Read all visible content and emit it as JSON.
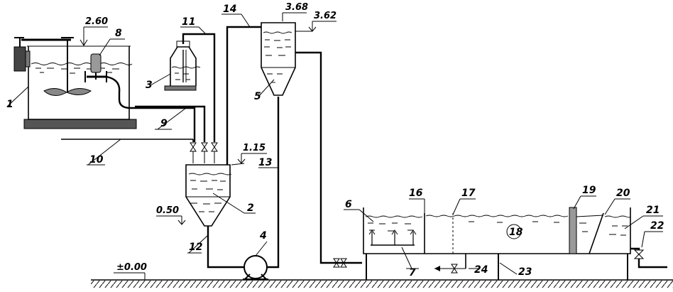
{
  "labels": {
    "n1": "1",
    "n2": "2",
    "n3": "3",
    "n4": "4",
    "n5": "5",
    "n6": "6",
    "n7": "7",
    "n8": "8",
    "n9": "9",
    "n10": "10",
    "n11": "11",
    "n12": "12",
    "n13": "13",
    "n14": "14",
    "n16": "16",
    "n17": "17",
    "n18": "18",
    "n19": "19",
    "n20": "20",
    "n21": "21",
    "n22": "22",
    "n23": "23",
    "n24": "24"
  },
  "levels": {
    "l260": "2.60",
    "l368": "3.68",
    "l362": "3.62",
    "l115": "1.15",
    "l050": "0.50",
    "l000": "±0.00"
  }
}
